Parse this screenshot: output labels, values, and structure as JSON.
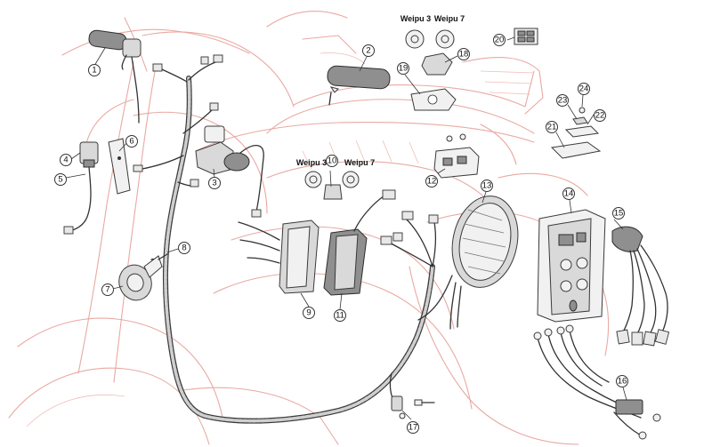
{
  "callouts": [
    "1",
    "2",
    "3",
    "4",
    "5",
    "6",
    "7",
    "8",
    "9",
    "10",
    "11",
    "12",
    "13",
    "14",
    "15",
    "16",
    "17",
    "18",
    "19",
    "20",
    "21",
    "22",
    "23",
    "24"
  ],
  "connectors": {
    "top_left": "Weipu 3",
    "top_right": "Weipu 7",
    "mid_left": "Weipu 3",
    "mid_right": "Weipu 7"
  }
}
